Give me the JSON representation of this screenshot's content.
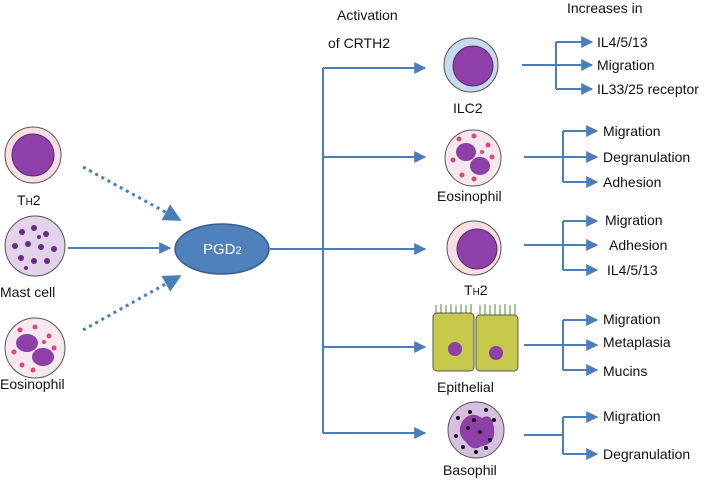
{
  "header": {
    "activation_line1": "Activation",
    "activation_line2": "of CRTH2",
    "increases_in": "Increases in"
  },
  "center": {
    "mediator": "PGD",
    "mediator_sub": "2"
  },
  "sources": [
    {
      "main": "T",
      "sub": "H",
      "suffix": "2"
    },
    {
      "main": "Mast cell"
    },
    {
      "main": "Eosinophil"
    }
  ],
  "targets": [
    {
      "main": "ILC2",
      "effects": [
        "IL4/5/13",
        "Migration",
        "IL33/25 receptor"
      ]
    },
    {
      "main": "Eosinophil",
      "effects": [
        "Migration",
        "Degranulation",
        "Adhesion"
      ]
    },
    {
      "main": "T",
      "sub": "H",
      "suffix": "2",
      "effects": [
        "Migration",
        "Adhesion",
        "IL4/5/13"
      ]
    },
    {
      "main": "Epithelial",
      "effects": [
        "Migration",
        "Metaplasia",
        "Mucins"
      ]
    },
    {
      "main": "Basophil",
      "effects": [
        "Migration",
        "Degranulation"
      ]
    }
  ],
  "colors": {
    "arrow": "#4a7ebb",
    "pgd_fill": "#4f81bd",
    "pgd_stroke": "#385d8a",
    "th2_outer": "#f7dfe4",
    "nucleus": "#8e3fa8",
    "ilc2_outer": "#c8daf0",
    "eos_outer": "#f6e8ee",
    "granule_pink": "#e0457b",
    "epithelial": "#c7c94a",
    "basophil_outer": "#d7bfe0"
  }
}
